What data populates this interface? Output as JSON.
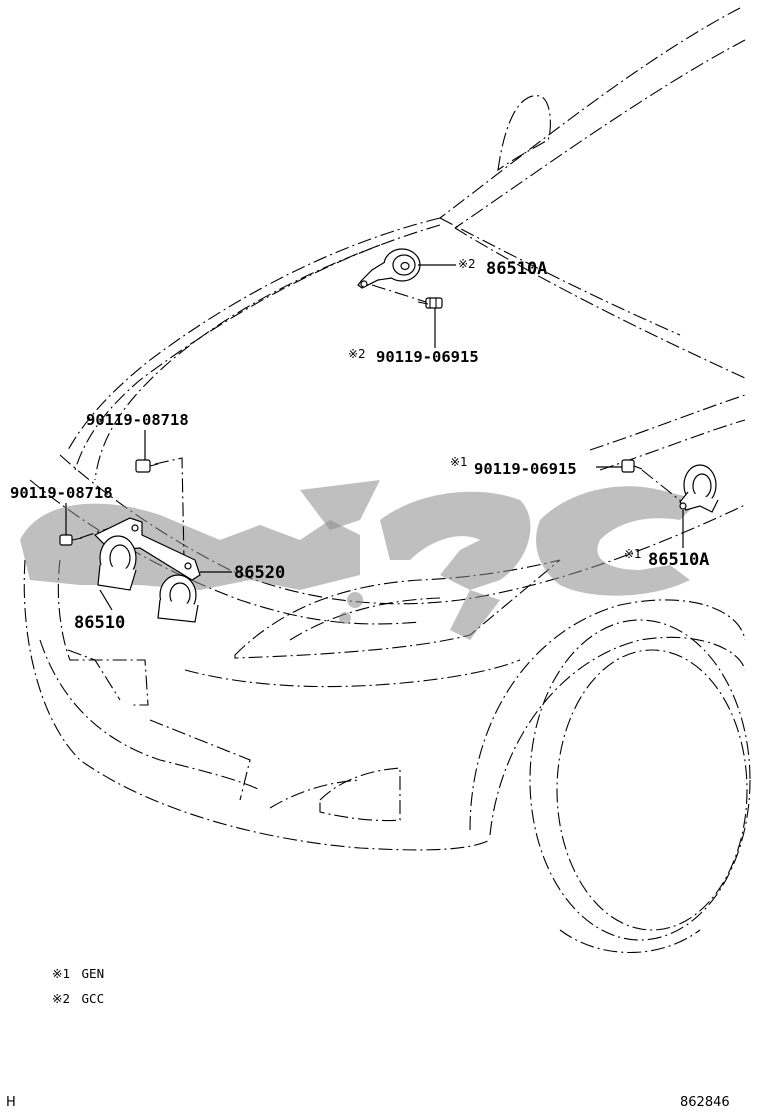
{
  "parts": {
    "horn_gcc_number": "86510A",
    "horn_gcc_mark": "※2",
    "bolt_gcc_number": "90119-06915",
    "bolt_gcc_mark": "※2",
    "bracket_bolt_upper": "90119-08718",
    "bracket_bolt_left": "90119-08718",
    "bolt_gen_number": "90119-06915",
    "bolt_gen_mark": "※1",
    "horn_gen_number": "86510A",
    "horn_gen_mark": "※1",
    "bracket_number": "86520",
    "horn_std_number": "86510"
  },
  "legend": {
    "items": [
      {
        "mark": "※1",
        "text": "GEN"
      },
      {
        "mark": "※2",
        "text": "GCC"
      }
    ]
  },
  "footer": {
    "left_code": "H",
    "diagram_id": "862846"
  },
  "colors": {
    "line": "#000000",
    "watermark": "#8a8a8a",
    "background": "#ffffff"
  }
}
